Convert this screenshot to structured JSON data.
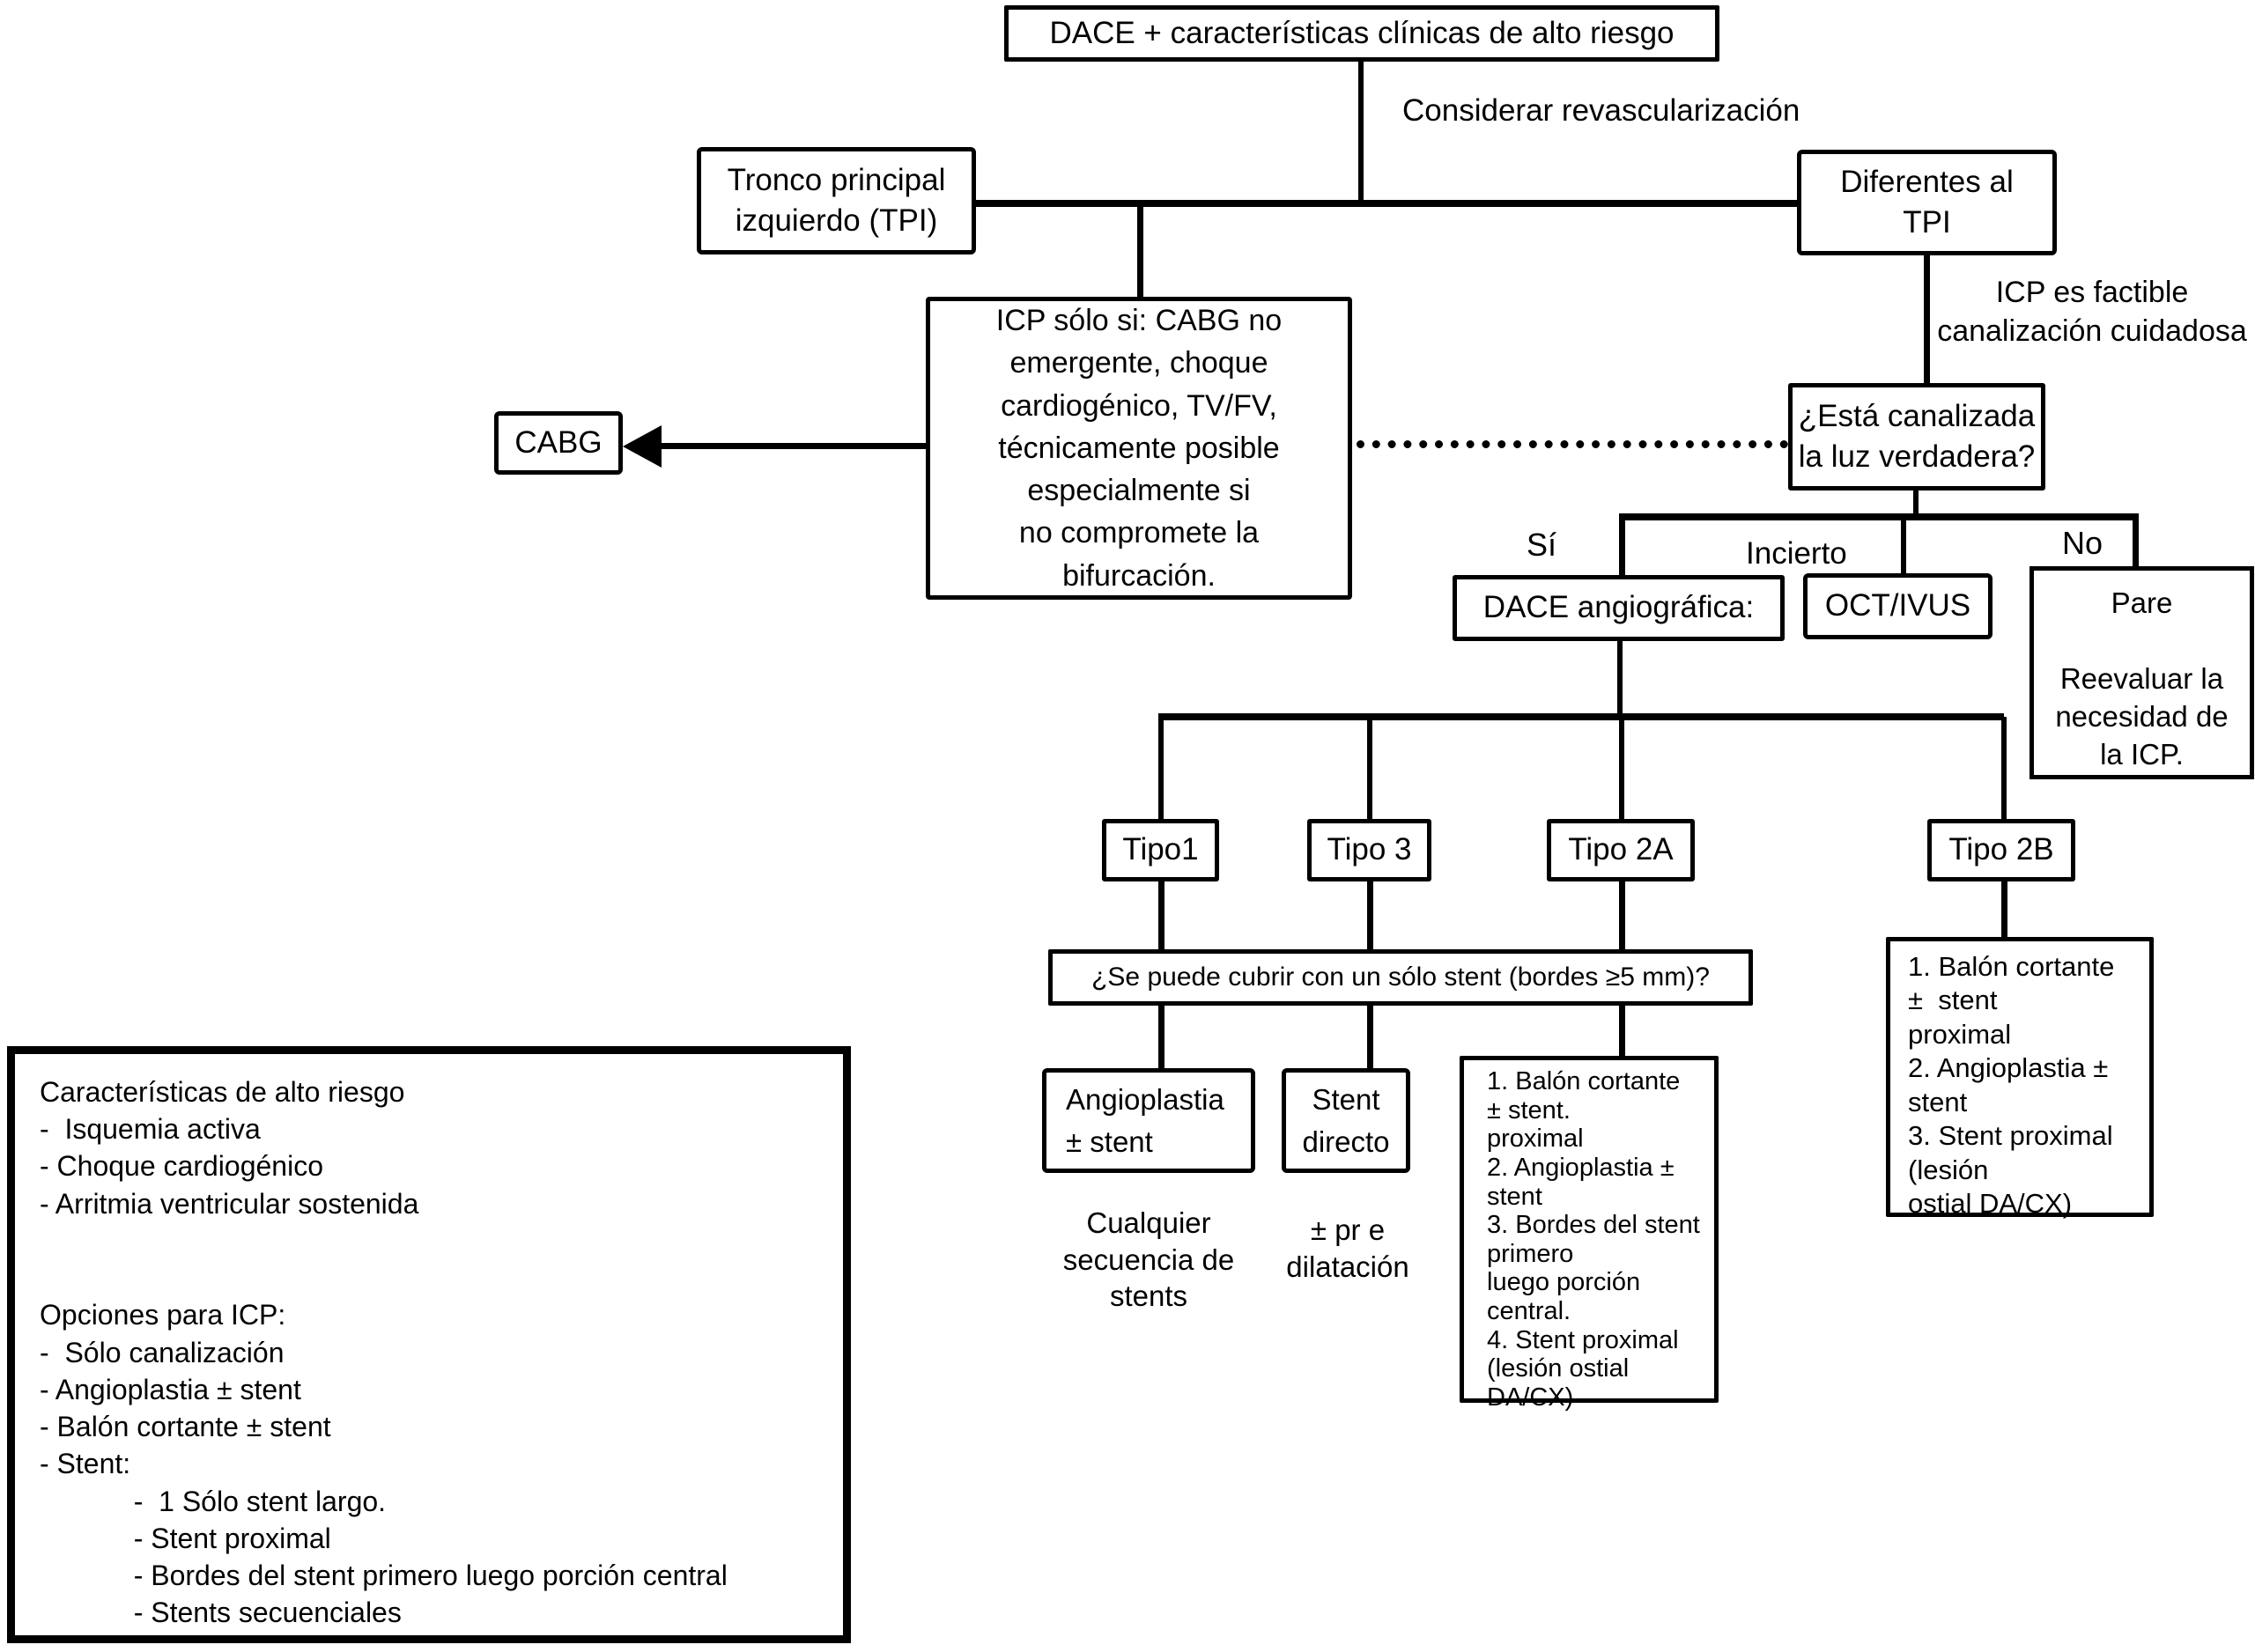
{
  "colors": {
    "line": "#000000",
    "box_background": "#ffffff",
    "text": "#000000"
  },
  "nodes": {
    "top_box": "DACE + características clínicas de alto riesgo",
    "considerar": "Considerar revascularización",
    "tpi": "Tronco principal\nizquierdo (TPI)",
    "diferentes": "Diferentes al\nTPI",
    "icp_factible": "ICP es factible\ncanalización cuidadosa",
    "icp_criterios": "ICP sólo si: CABG no\nemergente, choque\ncardiogénico, TV/FV,\ntécnicamente posible\nespecialmente si\nno compromete la\nbifurcación.",
    "cabg": "CABG",
    "canalizada": "¿Está canalizada\nla luz verdadera?",
    "si": "Sí",
    "incierto": "Incierto",
    "no": "No",
    "dace_angio": "DACE angiográfica:",
    "oct_ivus": "OCT/IVUS",
    "pare": "Pare\n\nReevaluar la\nnecesidad de\nla ICP.",
    "tipo1": "Tipo1",
    "tipo3": "Tipo 3",
    "tipo2a": "Tipo 2A",
    "tipo2b": "Tipo 2B",
    "pregunta_stent": "¿Se puede cubrir con un sólo stent (bordes ≥5 mm)?",
    "angioplastia": "Angioplastia\n± stent",
    "stent_directo": "Stent\ndirecto",
    "cualquier_secuencia": "Cualquier\nsecuencia de\nstents",
    "predilatacion": "± pr e\ndilatación",
    "tipo2a_opciones": "1. Balón cortante\n± stent.\nproximal\n2. Angioplastia ±\nstent\n3. Bordes del stent\nprimero\nluego porción\ncentral.\n4. Stent proximal\n(lesión ostial\nDA/CX)",
    "tipo2b_opciones": "1. Balón cortante\n±  stent\nproximal\n2. Angioplastia ±\nstent\n3. Stent proximal\n(lesión\nostial DA/CX)",
    "leyenda": "Características de alto riesgo\n-  Isquemia activa\n- Choque cardiogénico\n- Arritmia ventricular sostenida\n\n\nOpciones para ICP:\n-  Sólo canalización\n- Angioplastia ± stent\n- Balón cortante ± stent\n- Stent:\n            -  1 Sólo stent largo.\n            - Stent proximal\n            - Bordes del stent primero luego porción central\n            - Stents secuenciales"
  }
}
